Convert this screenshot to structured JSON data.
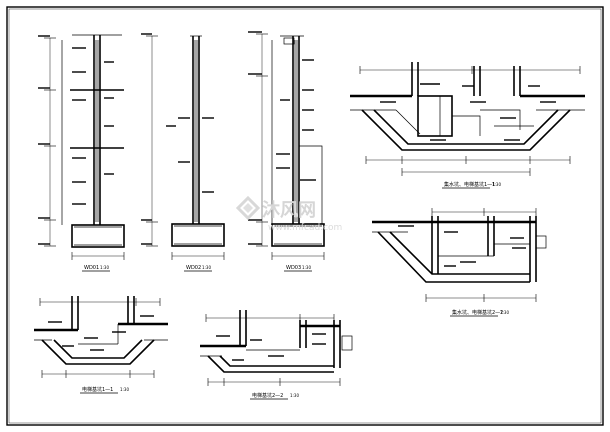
{
  "drawing": {
    "captions": {
      "wall1": "WD01",
      "wall2": "WD02",
      "wall3": "WD03",
      "section_a": "集水坑、电梯基坑1—1",
      "section_b": "集水坑、电梯基坑2—2",
      "section_c": "电梯基坑1—1",
      "section_d": "电梯基坑2—2"
    },
    "scale": "1:30",
    "watermark": {
      "text": "沐风网",
      "sub": "www.mfcad.com"
    }
  }
}
